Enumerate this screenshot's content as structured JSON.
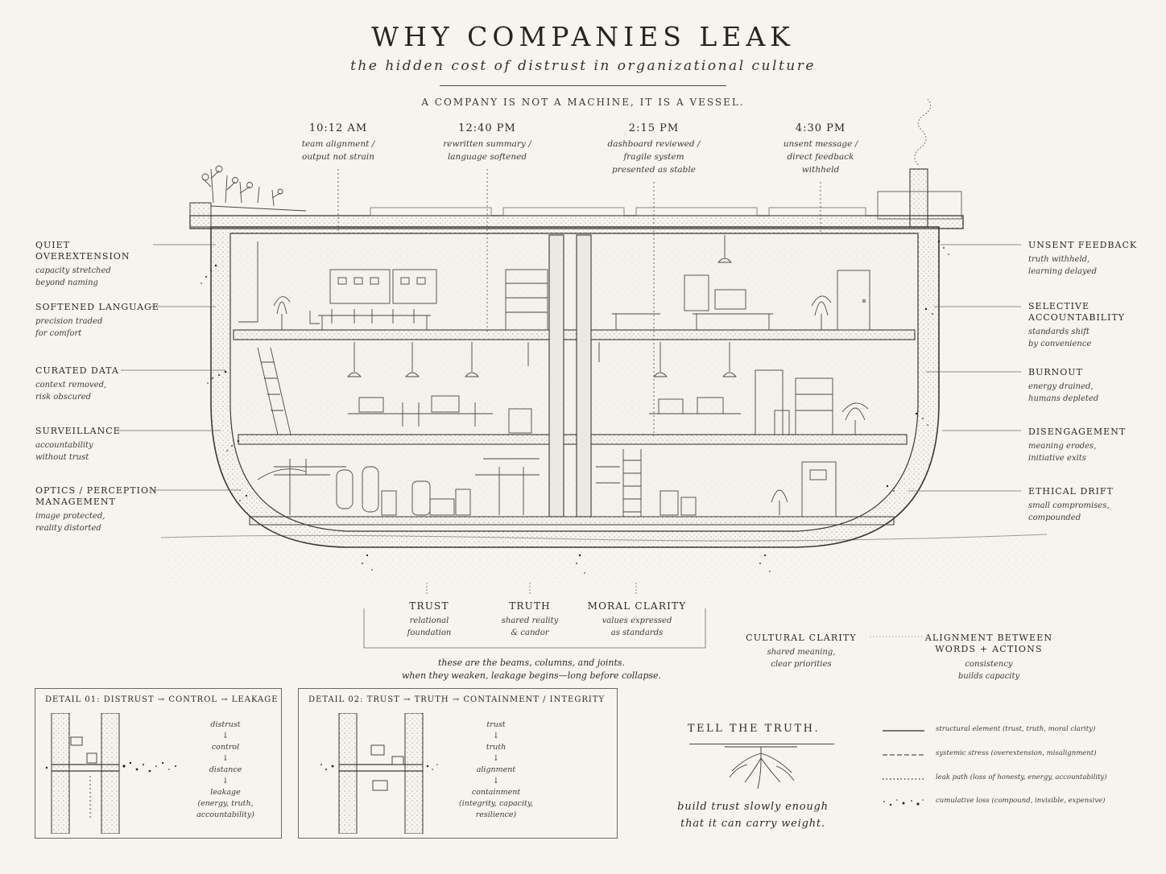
{
  "header": {
    "title": "WHY COMPANIES LEAK",
    "subtitle": "the hidden cost of distrust in organizational culture",
    "tagline": "A COMPANY IS NOT A MACHINE, IT IS A VESSEL."
  },
  "timeline": [
    {
      "time": "10:12 AM",
      "desc": "team alignment /\noutput not strain"
    },
    {
      "time": "12:40 PM",
      "desc": "rewritten summary /\nlanguage softened"
    },
    {
      "time": "2:15 PM",
      "desc": "dashboard reviewed /\nfragile system\npresented as stable"
    },
    {
      "time": "4:30 PM",
      "desc": "unsent message /\ndirect feedback\nwithheld"
    }
  ],
  "left_labels": [
    {
      "title": "QUIET OVEREXTENSION",
      "desc": "capacity stretched\nbeyond naming"
    },
    {
      "title": "SOFTENED LANGUAGE",
      "desc": "precision traded\nfor comfort"
    },
    {
      "title": "CURATED DATA",
      "desc": "context removed,\nrisk obscured"
    },
    {
      "title": "SURVEILLANCE",
      "desc": "accountability\nwithout trust"
    },
    {
      "title": "OPTICS / PERCEPTION\nMANAGEMENT",
      "desc": "image protected,\nreality distorted"
    }
  ],
  "right_labels": [
    {
      "title": "UNSENT FEEDBACK",
      "desc": "truth withheld,\nlearning delayed"
    },
    {
      "title": "SELECTIVE\nACCOUNTABILITY",
      "desc": "standards shift\nby convenience"
    },
    {
      "title": "BURNOUT",
      "desc": "energy drained,\nhumans depleted"
    },
    {
      "title": "DISENGAGEMENT",
      "desc": "meaning erodes,\ninitiative exits"
    },
    {
      "title": "ETHICAL DRIFT",
      "desc": "small compromises,\ncompounded"
    }
  ],
  "pillars": [
    {
      "title": "TRUST",
      "desc": "relational\nfoundation"
    },
    {
      "title": "TRUTH",
      "desc": "shared reality\n& candor"
    },
    {
      "title": "MORAL CLARITY",
      "desc": "values expressed\nas standards"
    }
  ],
  "pillar_note": "these are the beams, columns, and joints.\nwhen they weaken, leakage begins—long before collapse.",
  "cultural": [
    {
      "title": "CULTURAL CLARITY",
      "desc": "shared meaning,\nclear priorities"
    },
    {
      "title": "ALIGNMENT BETWEEN\nWORDS + ACTIONS",
      "desc": "consistency\nbuilds capacity"
    }
  ],
  "detail1": {
    "title": "DETAIL 01: DISTRUST → CONTROL → LEAKAGE",
    "flow": [
      "distrust",
      "control",
      "distance",
      "leakage\n(energy, truth,\naccountability)"
    ]
  },
  "detail2": {
    "title": "DETAIL 02: TRUST → TRUTH → CONTAINMENT / INTEGRITY",
    "flow": [
      "trust",
      "truth",
      "alignment",
      "containment\n(integrity, capacity,\nresilience)"
    ]
  },
  "closing": {
    "heading": "TELL THE TRUTH.",
    "motto": "build trust slowly enough\nthat it can carry weight."
  },
  "legend": [
    {
      "style": "solid",
      "label": "structural element   (trust, truth, moral clarity)"
    },
    {
      "style": "dashed",
      "label": "systemic stress   (overextension, misalignment)"
    },
    {
      "style": "dotted",
      "label": "leak path   (loss of honesty, energy, accountability)"
    },
    {
      "style": "scatter",
      "label": "cumulative loss   (compound, invisible, expensive)"
    }
  ],
  "colors": {
    "ink": "#2b2a27",
    "paper": "#f6f4ef",
    "leak": "#1f1e1b"
  }
}
